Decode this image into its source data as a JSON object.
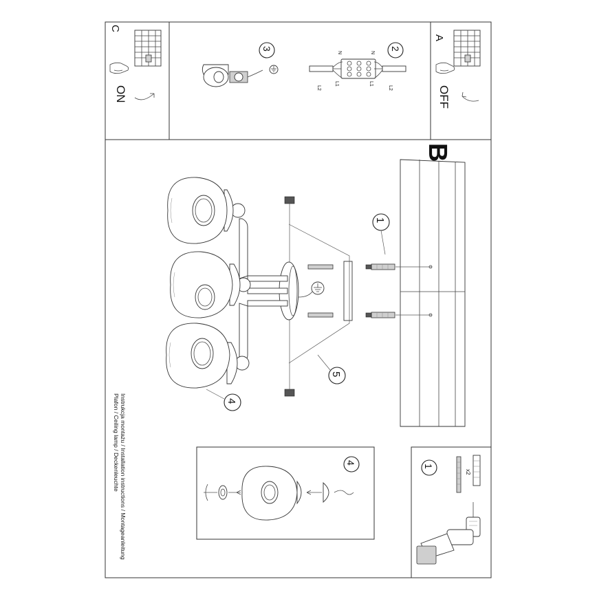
{
  "header": {
    "title_text": "Instrukcja montażu / Installation instructions / Montageanleitung",
    "subtitle_text": "Plafon / Ceiling lamp / Deckenleuchte"
  },
  "panels": {
    "A": {
      "letter": "A",
      "state": "OFF"
    },
    "C": {
      "letter": "C",
      "state": "ON"
    },
    "B": {
      "letter": "B"
    }
  },
  "steps": {
    "s1": "1",
    "s2": "2",
    "s3": "3",
    "s4": "4",
    "s5": "5",
    "detail1": "1",
    "detail4": "4"
  },
  "wiring_labels": {
    "n_left": "N",
    "n_right": "N",
    "l1_left": "L1",
    "l2_left": "L2",
    "l1_right": "L1",
    "l2_right": "L2"
  },
  "detail1": {
    "quantity": "x2"
  },
  "icons": [
    "ground-symbol",
    "hand-icon",
    "rotate-arrow-icon",
    "drill-icon"
  ]
}
